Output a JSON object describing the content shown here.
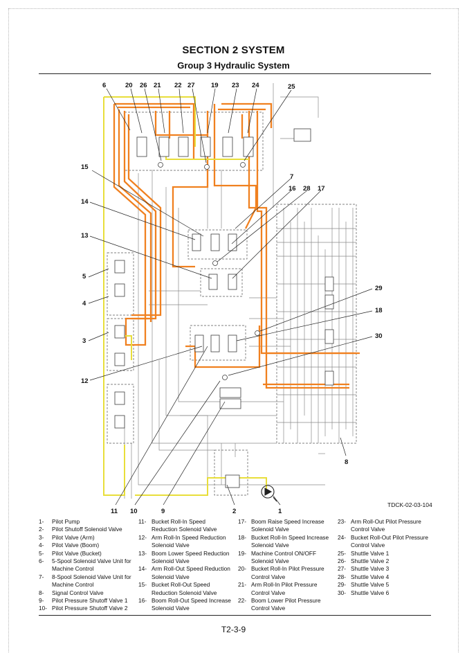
{
  "header": {
    "section_title": "SECTION 2 SYSTEM",
    "group_title": "Group 3 Hydraulic System"
  },
  "diagram": {
    "drawing_code": "TDCK-02-03-104",
    "colors": {
      "high_pressure": "#f0801f",
      "pilot_line": "#e8de3a",
      "line_work": "#3c3c3c",
      "return_line": "#8a8a8a"
    },
    "callouts": [
      "1",
      "2",
      "3",
      "4",
      "5",
      "6",
      "7",
      "8",
      "9",
      "10",
      "11",
      "12",
      "13",
      "14",
      "15",
      "16",
      "17",
      "18",
      "19",
      "20",
      "21",
      "22",
      "23",
      "24",
      "25",
      "26",
      "27",
      "28",
      "29",
      "30"
    ]
  },
  "legend": {
    "col1": [
      {
        "num": "1-",
        "text": "Pilot Pump"
      },
      {
        "num": "2-",
        "text": "Pilot Shutoff Solenoid Valve"
      },
      {
        "num": "3-",
        "text": "Pilot Valve (Arm)"
      },
      {
        "num": "4-",
        "text": "Pilot Valve (Boom)"
      },
      {
        "num": "5-",
        "text": "Pilot Valve (Bucket)"
      },
      {
        "num": "6-",
        "text": "5-Spool Solenoid Valve Unit for\nMachine Control"
      },
      {
        "num": "7-",
        "text": "8-Spool Solenoid Valve Unit for\nMachine Control"
      },
      {
        "num": "8-",
        "text": "Signal Control Valve"
      },
      {
        "num": "9-",
        "text": "Pilot Pressure Shutoff Valve 1"
      },
      {
        "num": "10-",
        "text": "Pilot Pressure Shutoff Valve 2"
      }
    ],
    "col2": [
      {
        "num": "11-",
        "text": "Bucket Roll-In Speed\nReduction Solenoid Valve"
      },
      {
        "num": "12-",
        "text": "Arm Roll-In Speed Reduction\nSolenoid Valve"
      },
      {
        "num": "13-",
        "text": "Boom Lower Speed Reduction\nSolenoid Valve"
      },
      {
        "num": "14-",
        "text": "Arm Roll-Out Speed Reduction\nSolenoid Valve"
      },
      {
        "num": "15-",
        "text": "Bucket Roll-Out Speed\nReduction Solenoid Valve"
      },
      {
        "num": "16-",
        "text": "Boom Roll-Out Speed Increase\nSolenoid Valve"
      }
    ],
    "col3": [
      {
        "num": "17-",
        "text": "Boom Raise Speed Increase\nSolenoid Valve"
      },
      {
        "num": "18-",
        "text": "Bucket Roll-In Speed Increase\nSolenoid Valve"
      },
      {
        "num": "19-",
        "text": "Machine Control ON/OFF\nSolenoid Valve"
      },
      {
        "num": "20-",
        "text": "Bucket Roll-In Pilot Pressure\nControl Valve"
      },
      {
        "num": "21-",
        "text": "Arm Roll-In Pilot Pressure\nControl Valve"
      },
      {
        "num": "22-",
        "text": "Boom Lower Pilot Pressure\nControl Valve"
      }
    ],
    "col4": [
      {
        "num": "23-",
        "text": "Arm Roll-Out Pilot Pressure\nControl Valve"
      },
      {
        "num": "24-",
        "text": "Bucket Roll-Out Pilot Pressure\nControl Valve"
      },
      {
        "num": "25-",
        "text": "Shuttle Valve 1"
      },
      {
        "num": "26-",
        "text": "Shuttle Valve 2"
      },
      {
        "num": "27-",
        "text": "Shuttle Valve 3"
      },
      {
        "num": "28-",
        "text": "Shuttle Valve 4"
      },
      {
        "num": "29-",
        "text": "Shuttle Valve 5"
      },
      {
        "num": "30-",
        "text": "Shuttle Valve 6"
      }
    ]
  },
  "footer": {
    "page_number": "T2-3-9"
  }
}
